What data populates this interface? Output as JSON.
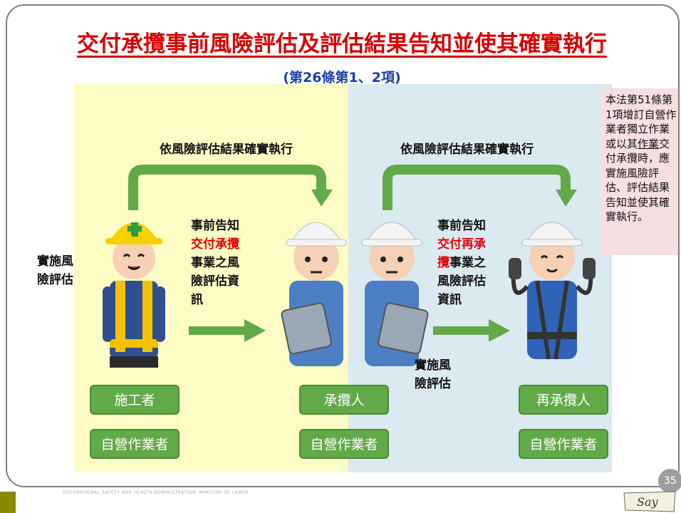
{
  "title": "交付承攬事前風險評估及評估結果告知並使其確實執行",
  "subtitle": "(第26條第1、2項)",
  "arrows": {
    "left_top": "依風險評估結果確實執行",
    "right_top": "依風險評估結果確實執行"
  },
  "labels": {
    "implement_left": [
      "實施風",
      "險評估"
    ],
    "notify_left": {
      "l1": "事前告知",
      "l2": "交付承攬",
      "l3": "事業之風",
      "l4": "險評估資",
      "l5": "訊"
    },
    "notify_right": {
      "l1": "事前告知",
      "l2": "交付再承",
      "l3a": "攬",
      "l3b": "事業之",
      "l4": "風險評估",
      "l5": "資訊"
    },
    "implement_right": [
      "實施風",
      "險評估"
    ]
  },
  "boxes": {
    "b1": "施工者",
    "b2": "自營作業者",
    "b3": "承攬人",
    "b4": "自營作業者",
    "b5": "再承攬人",
    "b6": "自營作業者"
  },
  "side_note": {
    "p1": "本法第51條第1項增訂自營作業者獨立作業或以其",
    "p2": "作業",
    "p3": "交付承攬時，應實施風險評估、評估結果告知並使其確實執行。"
  },
  "page_number": "35",
  "footer_text": "OCCUPATIONAL SAFETY AND HEALTH ADMINISTRATION, MINISTRY OF LABOR",
  "logo_text": "Say",
  "colors": {
    "title_red": "#d40000",
    "subtitle_blue": "#1a3fa8",
    "green": "#62a948",
    "highlight_red": "#e60000"
  }
}
